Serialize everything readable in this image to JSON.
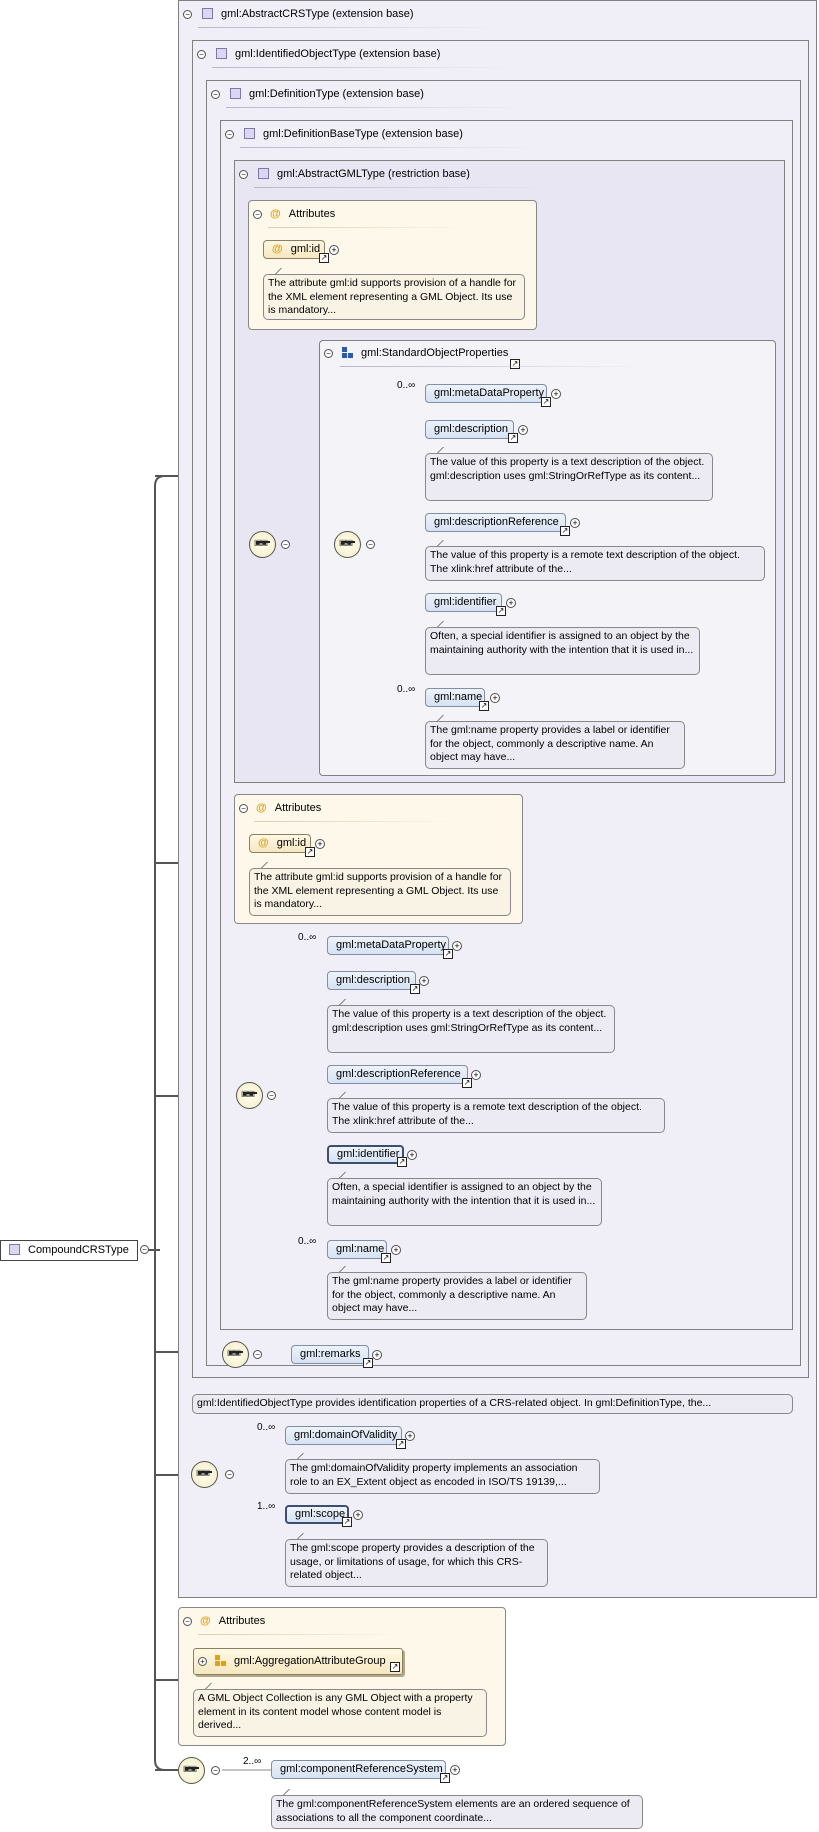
{
  "root": {
    "label": "CompoundCRSType"
  },
  "types": {
    "abstract_crs": "gml:AbstractCRSType (extension base)",
    "identified_object": "gml:IdentifiedObjectType (extension base)",
    "definition": "gml:DefinitionType (extension base)",
    "definition_base": "gml:DefinitionBaseType (extension base)",
    "abstract_gml": "gml:AbstractGMLType (restriction base)"
  },
  "attributes": {
    "header": "Attributes",
    "id_label": "gml:id",
    "id_doc": "The attribute gml:id supports provision of a handle for the XML element representing a GML Object. Its use is mandatory..."
  },
  "standard_object_properties": {
    "label": "gml:StandardObjectProperties"
  },
  "properties": {
    "metadata_property": "gml:metaDataProperty",
    "description": "gml:description",
    "description_doc": "The value of this property is a text description of the object. gml:description uses gml:StringOrRefType as its content...",
    "description_reference": "gml:descriptionReference",
    "description_reference_doc": "The value of this property is a remote text description of the object. The xlink:href attribute of the...",
    "identifier": "gml:identifier",
    "identifier_doc": "Often, a special identifier is assigned to an object by the maintaining authority with the intention that it is used in...",
    "name": "gml:name",
    "name_doc": "The gml:name property provides a label or identifier for the object, commonly a descriptive name. An object may have...",
    "remarks": "gml:remarks"
  },
  "identified_object_doc": "gml:IdentifiedObjectType provides identification properties of a CRS-related object. In gml:DefinitionType, the...",
  "crs": {
    "domain_of_validity": "gml:domainOfValidity",
    "domain_of_validity_doc": "The gml:domainOfValidity property implements an association role to an EX_Extent object as encoded in ISO/TS 19139,...",
    "scope": "gml:scope",
    "scope_doc": "The gml:scope property provides a description of the usage, or limitations of usage, for which this CRS-related object..."
  },
  "aggregation": {
    "header": "Attributes",
    "group_label": "gml:AggregationAttributeGroup",
    "doc": "A GML Object Collection is any GML Object with a property element in its content model whose content model is derived..."
  },
  "component": {
    "label": "gml:componentReferenceSystem",
    "doc": "The gml:componentReferenceSystem elements are an ordered sequence of associations to all the component coordinate..."
  },
  "cardinality": {
    "zero_many": "0..∞",
    "one_many": "1..∞",
    "two_many": "2..∞"
  }
}
